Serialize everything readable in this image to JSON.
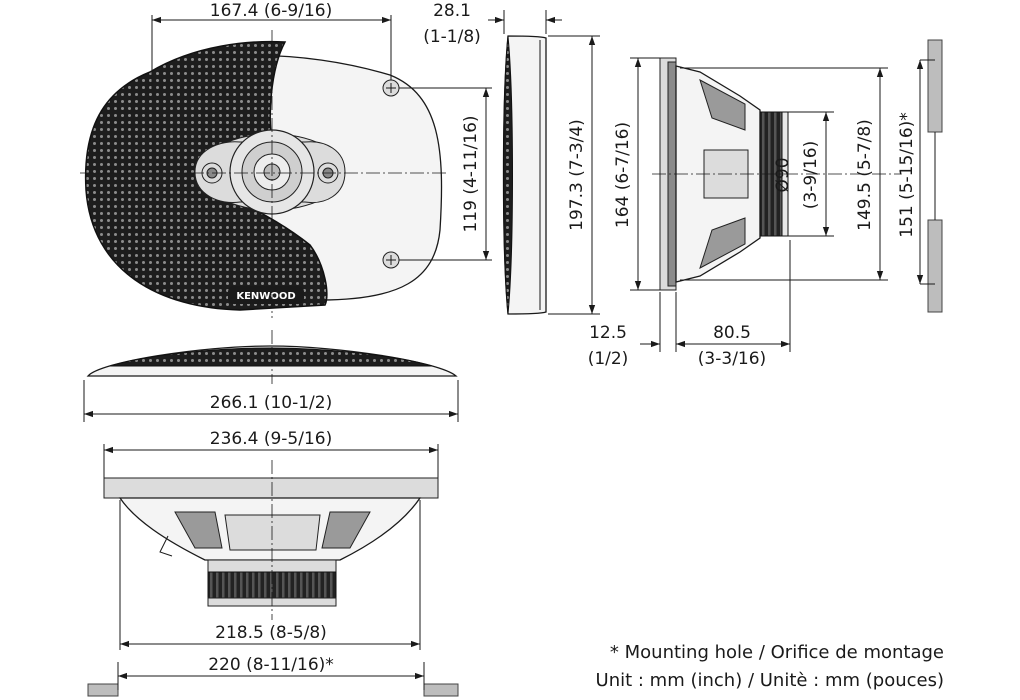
{
  "brand": "KENWOOD",
  "front_view": {
    "width_label": "167.4 (6-9/16)",
    "height_label": "119 (4-11/16)"
  },
  "side_view": {
    "depth_top_label_mm": "28.1",
    "depth_top_label_in": "(1-1/8)",
    "height_label": "197.3 (7-3/4)"
  },
  "profile_view": {
    "height_label": "164 (6-7/16)",
    "magnet_label_mm": "Ø90",
    "magnet_label_in": "(3-9/16)",
    "height2_label": "149.5 (5-7/8)",
    "hole_label": "151 (5-15/16)*",
    "flange_label_mm": "12.5",
    "flange_label_in": "(1/2)",
    "depth_label_mm": "80.5",
    "depth_label_in": "(3-3/16)"
  },
  "top_view": {
    "width_label": "266.1 (10-1/2)"
  },
  "bottom_view": {
    "width_label": "236.4 (9-5/16)",
    "basket_label": "218.5 (8-5/8)",
    "hole_label": "220 (8-11/16)*"
  },
  "notes": {
    "line1": "* Mounting hole / Orifice de montage",
    "line2": "Unit : mm (inch) / Unitè : mm (pouces)"
  }
}
